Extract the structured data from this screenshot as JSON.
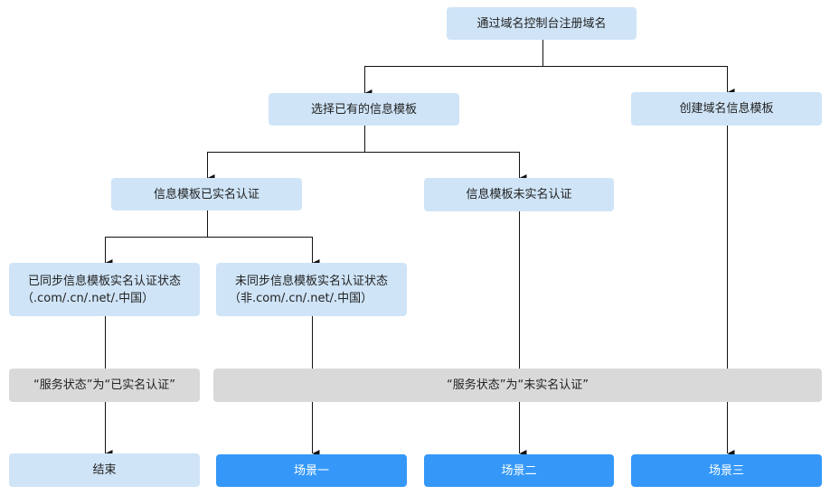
{
  "nodes": {
    "register": "通过域名控制台注册域名",
    "select_existing": "选择已有的信息模板",
    "create_template": "创建域名信息模板",
    "verified": "信息模板已实名认证",
    "unverified": "信息模板未实名认证",
    "synced_line1": "已同步信息模板实名认证状态",
    "synced_line2": "（.com/.cn/.net/.中国）",
    "unsynced_line1": "未同步信息模板实名认证状态",
    "unsynced_line2": "（非.com/.cn/.net/.中国）",
    "status_verified": "“服务状态”为“已实名认证”",
    "status_unverified": "“服务状态”为“未实名认证”",
    "end": "结束",
    "scenario1": "场景一",
    "scenario2": "场景二",
    "scenario3": "场景三"
  },
  "colors": {
    "light_blue": "#cfe4f7",
    "gray": "#d9d9d9",
    "blue": "#3598f8"
  }
}
